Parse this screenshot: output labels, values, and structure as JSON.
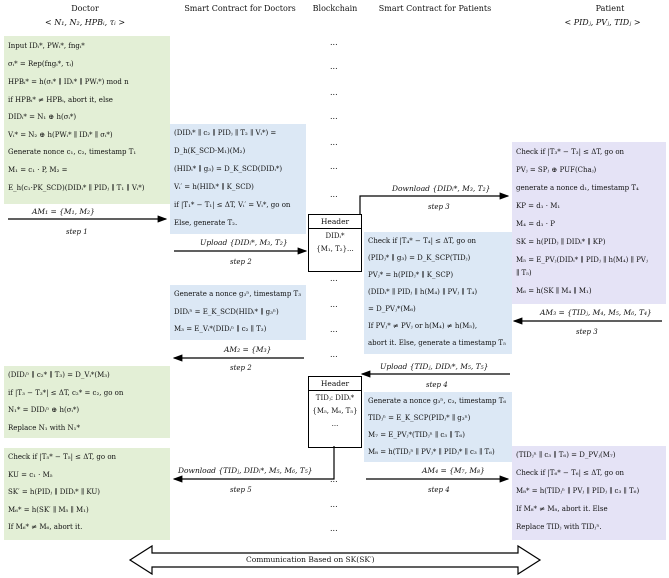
{
  "columns": {
    "doctor": "Doctor",
    "doctor_params": "< N₁, N₂, HPBᵢ, τᵢ >",
    "scd": "Smart Contract for Doctors",
    "blockchain": "Blockchain",
    "scp": "Smart Contract for Patients",
    "patient": "Patient",
    "patient_params": "< PIDⱼ, PVⱼ, TIDⱼ >"
  },
  "doctor_box1": [
    "Input  IDᵢ*,  PWᵢ*,  fngᵢ*",
    "σᵢ* = Rep(fngᵢ*, τᵢ)",
    "HPBᵢ* = h(σᵢ* ∥ IDᵢ* ∥ PWᵢ*) mod n",
    "if  HPBᵢ* ≠ HPBᵢ, abort it, else",
    "DIDᵢ* = N₁ ⊕ h(σᵢ*)",
    "Vᵢ* = N₂ ⊕ h(PWᵢ* ∥ IDᵢ* ∥ σᵢ*)",
    "Generate nonce  c₁, c₂, timestamp  T₁",
    "M₁ = c₁ · P,    M₂ =",
    "E_h(c₁·PK_SCD)(DIDᵢ* ∥ PIDⱼ ∥ T₁ ∥ Vᵢ*)"
  ],
  "doctor_box2": [
    "(DIDᵢⁿ ∥ c₂* ∥ T₃) = D_Vᵢ*(M₃)",
    "if  |T₃ − T₃*| ≤ ΔT,  c₂* = c₂, go on",
    "N₁* = DIDᵢⁿ ⊕ h(σᵢ*)",
    "Replace  N₁  with  N₁*"
  ],
  "doctor_box3": [
    "Check if  |T₅* − T₅| ≤ ΔT, go on",
    "KU = c₁ · M₅",
    "SK′ = h(PIDⱼ ∥ DIDᵢ* ∥ KU)",
    "M₆* = h(SK′ ∥ M₅ ∥ M₁)",
    "If  M₆* ≠ M₆, abort it."
  ],
  "scd_box1": [
    "(DIDᵢ* ∥ c₂ ∥ PIDⱼ ∥ T₂ ∥ Vᵢ*) =",
    "D_h(K_SCD·M₁)(M₂)",
    "(HIDᵢ* ∥ g₃) = D_K_SCD(DIDᵢ*)",
    "Vᵢ′ = h(HIDᵢ* ∥ K_SCD)",
    "if  |T₁* − T₁| ≤ ΔT, Vᵢ′ = Vᵢ*, go on",
    "Else, generate  T₂."
  ],
  "scd_box2": [
    "Generate a nonce  g₃ⁿ, timestamp  T₃",
    "DIDᵢⁿ = E_K_SCD(HIDᵢ* ∥ g₃ⁿ)",
    "M₃ = E_Vᵢ*(DIDᵢⁿ ∥ c₂ ∥ T₃)"
  ],
  "scp_box1": [
    "Check if  |T₄* − T₄| ≤ ΔT, go on",
    "(PIDⱼ* ∥ g₃) = D_K_SCP(TIDⱼ)",
    "PVⱼ* = h(PIDⱼ* ∥ K_SCP)",
    "(DIDᵢ* ∥ PIDⱼ ∥ h(M₄) ∥ PVⱼ ∥ T₄)",
    "= D_PVⱼ*(M₆)",
    "If  PVⱼ* ≠ PVⱼ  or  h(M₄) ≠ h(M₅),",
    "abort it. Else, generate a timestamp  T₅"
  ],
  "scp_box2": [
    "Generate a nonce  g₃ⁿ,  c₃,  timestamp  T₆",
    "TIDⱼⁿ = E_K_SCP(PIDⱼ* ∥ g₃ⁿ)",
    "M₇ = E_PVⱼ*(TIDⱼⁿ ∥ c₃ ∥ T₆)",
    "M₈ = h(TIDⱼⁿ ∥ PVⱼ* ∥ PIDⱼ* ∥ c₃ ∥ T₆)"
  ],
  "patient_box1": [
    "Check if  |T₃* − T₃| ≤ ΔT, go on",
    "PVⱼ = SPⱼ ⊕ PUF(Chaⱼ)",
    "generate a nonce  d₁, timestamp  T₄",
    "KP = d₁ · M₁",
    "M₄ = d₁ · P",
    "SK = h(PIDⱼ ∥ DIDᵢ* ∥ KP)",
    "M₅ = E_PVⱼ(DIDᵢ* ∥ PIDⱼ ∥ h(M₄) ∥ PVⱼ",
    "∥ T₅)",
    "M₆ = h(SK ∥ M₄ ∥ M₁)"
  ],
  "patient_box2": [
    "(TIDⱼⁿ ∥ c₃ ∥ T₆) = D_PVⱼ(M₇)",
    "Check if  |T₆* − T₆| ≤ ΔT, go on",
    "M₈* = h(TIDⱼⁿ ∥ PVⱼ ∥ PIDⱼ ∥ c₃ ∥ T₆)",
    "If  M₈* ≠ M₈, abort it. Else",
    "Replace  TIDⱼ  with  TIDⱼⁿ."
  ],
  "messages": {
    "am1": "AM₁ = {M₁, M₂}",
    "step1": "step 1",
    "upload1": "Upload {DIDᵢ*, M₃, T₂}",
    "step2a": "step 2",
    "download1": "Download {DIDᵢ*, M₃, T₂}",
    "step3a": "step 3",
    "am2": "AM₂ = {M₃}",
    "step2b": "step 2",
    "am3": "AM₃ = {TIDⱼ, M₄, M₅, M₆, T₄}",
    "step3b": "step 3",
    "upload2": "Upload {TIDⱼ, DIDᵢ*, M₅, T₅}",
    "step4a": "step 4",
    "am4": "AM₄ = {M₇, M₈}",
    "step4b": "step 4",
    "download2": "Download {TIDⱼ, DIDᵢ*, M₅, M₆, T₅}",
    "step5": "step 5"
  },
  "blocks": {
    "header1": "Header",
    "b1_line1": "DIDᵢ*",
    "b1_line2": "{M₁, T₂}...",
    "header2": "Header",
    "b2_line1": "TIDⱼ: DIDᵢ*",
    "b2_line2": "{M₅, M₆, T₅}",
    "b2_line3": "...",
    "dots": "..."
  },
  "communication": "Communication Based on  SK(SK′)"
}
